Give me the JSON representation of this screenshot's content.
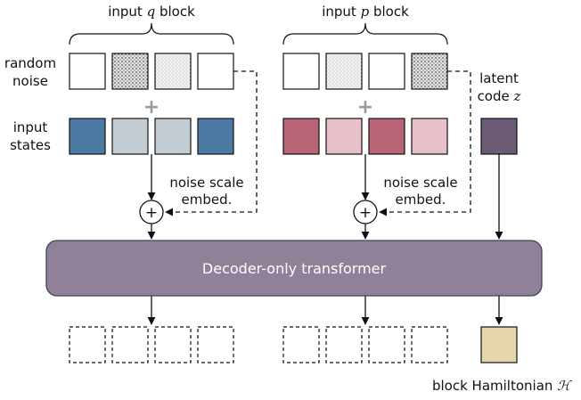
{
  "labels": {
    "input_q_block": {
      "prefix": "input ",
      "var": "q",
      "suffix": " block"
    },
    "input_p_block": {
      "prefix": "input ",
      "var": "p",
      "suffix": " block"
    },
    "random_noise": [
      "random",
      "noise"
    ],
    "input_states": [
      "input",
      "states"
    ],
    "noise_scale_embed": [
      "noise scale",
      "embed."
    ],
    "latent_code": {
      "line1": "latent",
      "line2_prefix": "code ",
      "line2_var": "z"
    },
    "transformer": "Decoder-only transformer",
    "output": {
      "prefix": "block Hamiltonian ",
      "symbol": "ℋ"
    },
    "plus_symbol": "+",
    "op_plus": "+"
  },
  "colors": {
    "q_dark": "#4a7aa4",
    "q_light": "#c4ccd4",
    "p_dark": "#b86476",
    "p_light": "#e8c0c8",
    "latent": "#6a5a74",
    "transformer_fill": "#8f8198",
    "output_fill": "#e6d4aa"
  },
  "q_state_colors": [
    "q_dark",
    "q_light",
    "q_light",
    "q_dark"
  ],
  "p_state_colors": [
    "p_dark",
    "p_light",
    "p_dark",
    "p_light"
  ],
  "q_noise_pattern": [
    "plain",
    "dots",
    "speckle",
    "plain"
  ],
  "p_noise_pattern": [
    "plain",
    "speckle",
    "plain",
    "dots"
  ]
}
